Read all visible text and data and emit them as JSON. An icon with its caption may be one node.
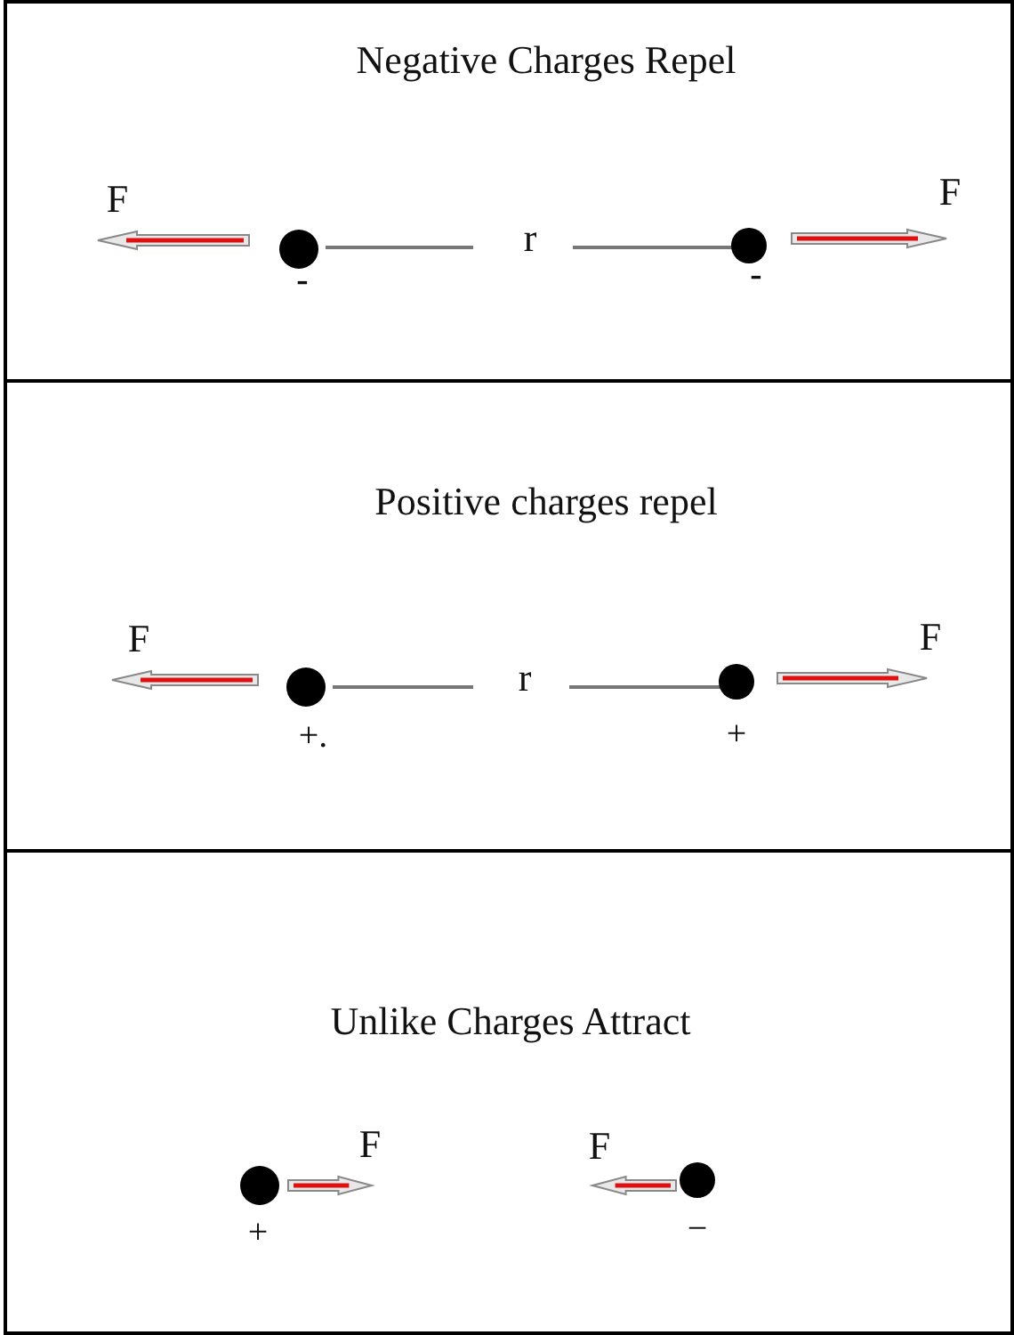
{
  "diagram": {
    "nodes": [
      {
        "text": [
          "Negative Charges Repel"
        ]
      },
      {
        "text": [
          "Positive charges repel"
        ]
      },
      {
        "text": [
          "Unlike Charges Attract"
        ]
      }
    ],
    "edges": [],
    "labels": [
      "F",
      "F",
      "r",
      "-",
      "-",
      "F",
      "F",
      "r",
      "+.",
      "+",
      "F",
      "F",
      "+",
      "−"
    ]
  }
}
